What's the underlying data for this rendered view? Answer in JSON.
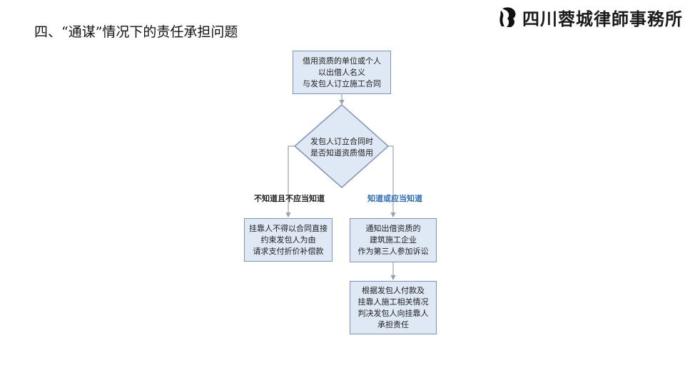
{
  "slide": {
    "title": "四、“通谋”情况下的责任承担问题",
    "logo_text": "四川蓉城律師事務所"
  },
  "flowchart": {
    "start": "借用资质的单位或个人\n以出借人名义\n与发包人订立施工合同",
    "decision": "发包人订立合同时\n是否知道资质借用",
    "branch_left_label": "不知道且不应当知道",
    "branch_right_label": "知道或应当知道",
    "left_result": "挂靠人不得以合同直接\n约束发包人为由\n请求支付折价补偿款",
    "right_step": "通知出借资质的\n建筑施工企业\n作为第三人参加诉讼",
    "right_result": "根据发包人付款及\n挂靠人施工相关情况\n判决发包人向挂靠人\n承担责任"
  },
  "colors": {
    "box_fill": "#dfe8f5",
    "box_border": "#7f93b5",
    "connector": "#9aa3ad",
    "right_branch_label": "#2e6db4",
    "left_branch_label": "#222222"
  }
}
